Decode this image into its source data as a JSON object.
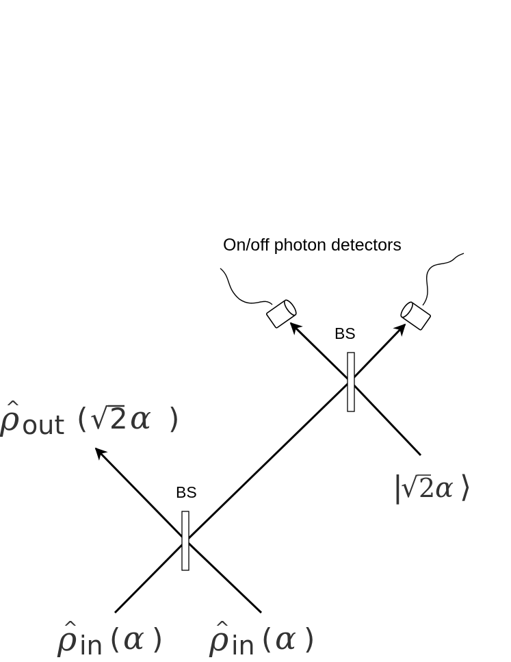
{
  "labels": {
    "detectors": "On/off photon detectors",
    "bs_top": "BS",
    "bs_bottom": "BS"
  },
  "math": {
    "rho": "ρ",
    "hat": "^",
    "alpha": "α",
    "sqrt": "√",
    "two": "2",
    "lparen": "(",
    "rparen": ")",
    "out_sub": "out",
    "in_sub": "in",
    "bar": "|",
    "rangle": "⟩"
  }
}
